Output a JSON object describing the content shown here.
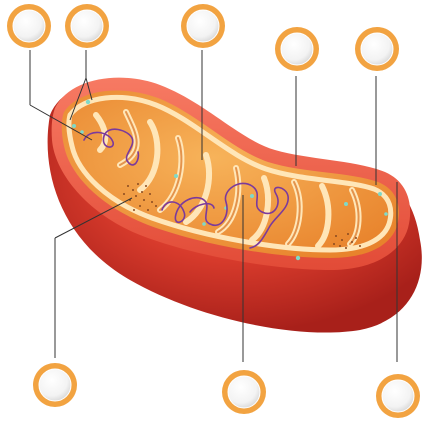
{
  "diagram": {
    "markers": [
      {
        "id": "marker-1",
        "text": ""
      },
      {
        "id": "marker-2",
        "text": ""
      },
      {
        "id": "marker-3",
        "text": ""
      },
      {
        "id": "marker-4",
        "text": ""
      },
      {
        "id": "marker-5",
        "text": ""
      },
      {
        "id": "marker-6",
        "text": ""
      },
      {
        "id": "marker-7",
        "text": ""
      },
      {
        "id": "marker-8",
        "text": ""
      }
    ],
    "colors": {
      "outer_membrane": "#d43d2e",
      "outer_membrane_highlight": "#f06a55",
      "intermembrane_space": "#f5a25c",
      "matrix": "#ef9a3a",
      "cristae_membrane": "#ffe6b8",
      "marker_ring": "#f2a341",
      "marker_fill": "#ffffff",
      "leader_line": "#333333",
      "dna_strand": "#7b3a9c",
      "granule": "#7fd9c8",
      "ribosome": "#8a4a20"
    }
  }
}
